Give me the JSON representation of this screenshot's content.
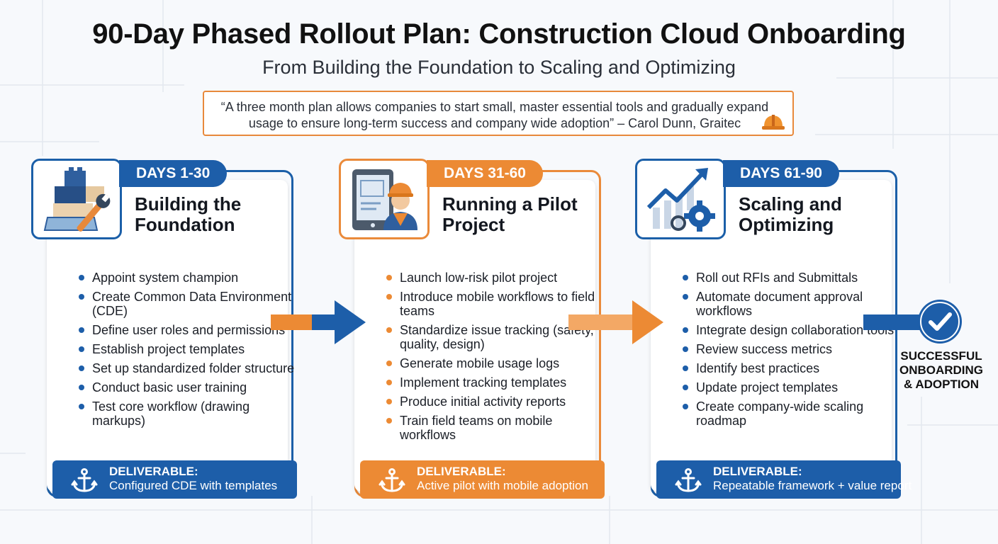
{
  "header": {
    "title": "90-Day Phased Rollout Plan: Construction Cloud Onboarding",
    "subtitle": "From Building the Foundation to Scaling and Optimizing",
    "quote": "“A three month plan allows companies to start small, master essential tools and gradually expand usage to ensure long-term success and company wide adoption” – Carol Dunn, Graitec"
  },
  "colors": {
    "blue": "#1d5ea9",
    "orange": "#ec8a34",
    "quote_border": "#e8893b"
  },
  "phases": [
    {
      "days": "DAYS 1-30",
      "title": "Building the Foundation",
      "icon": "building-blocks-wrench-icon",
      "color": "blue",
      "bullets": [
        "Appoint system champion",
        "Create Common Data Environment (CDE)",
        "Define user roles and permissions",
        "Establish project templates",
        "Set up standardized folder structure",
        "Conduct basic user training",
        "Test core workflow (drawing markups)"
      ],
      "deliverable_label": "DELIVERABLE:",
      "deliverable": "Configured CDE with templates"
    },
    {
      "days": "DAYS 31-60",
      "title": "Running a Pilot Project",
      "icon": "tablet-worker-icon",
      "color": "orange",
      "bullets": [
        "Launch low-risk pilot project",
        "Introduce mobile workflows to field teams",
        "Standardize issue tracking (safety, quality, design)",
        "Generate mobile usage logs",
        "Implement tracking templates",
        "Produce initial activity reports",
        "Train field teams on mobile workflows"
      ],
      "deliverable_label": "DELIVERABLE:",
      "deliverable": "Active pilot with mobile adoption"
    },
    {
      "days": "DAYS 61-90",
      "title": "Scaling and Optimizing",
      "icon": "growth-chart-gears-icon",
      "color": "blue",
      "bullets": [
        "Roll out RFIs and Submittals",
        "Automate document approval workflows",
        "Integrate design collaboration tools",
        "Review success metrics",
        "Identify best practices",
        "Update project templates",
        "Create company-wide scaling roadmap"
      ],
      "deliverable_label": "DELIVERABLE:",
      "deliverable": "Repeatable framework + value report"
    }
  ],
  "outcome": {
    "line1": "SUCCESSFUL",
    "line2": "ONBOARDING",
    "line3": "& ADOPTION",
    "icon": "checkmark-circle-icon"
  }
}
